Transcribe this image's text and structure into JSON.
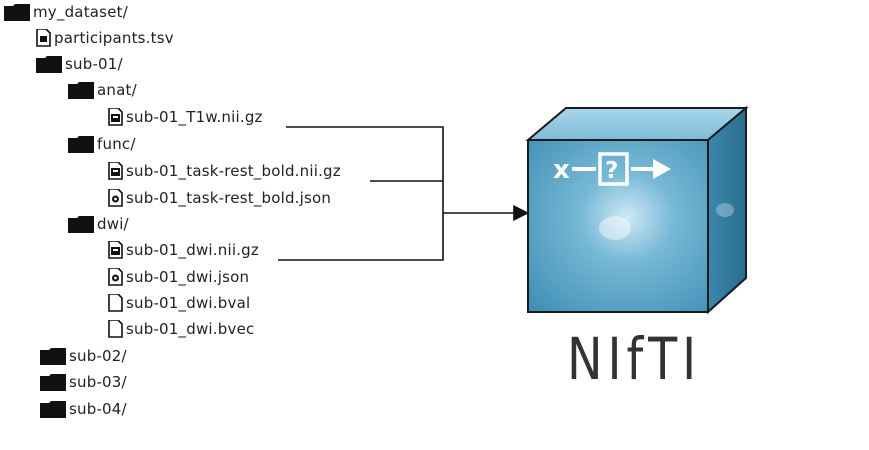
{
  "tree": [
    {
      "id": "root",
      "label": "my_dataset/",
      "type": "folder"
    },
    {
      "id": "participants",
      "label": "participants.tsv",
      "type": "file-table"
    },
    {
      "id": "sub01",
      "label": "sub-01/",
      "type": "folder"
    },
    {
      "id": "anat",
      "label": "anat/",
      "type": "folder"
    },
    {
      "id": "t1w",
      "label": "sub-01_T1w.nii.gz",
      "type": "file-nifti"
    },
    {
      "id": "func",
      "label": "func/",
      "type": "folder"
    },
    {
      "id": "bold_nii",
      "label": "sub-01_task-rest_bold.nii.gz",
      "type": "file-nifti"
    },
    {
      "id": "bold_json",
      "label": "sub-01_task-rest_bold.json",
      "type": "file-json"
    },
    {
      "id": "dwi",
      "label": "dwi/",
      "type": "folder"
    },
    {
      "id": "dwi_nii",
      "label": "sub-01_dwi.nii.gz",
      "type": "file-nifti"
    },
    {
      "id": "dwi_json",
      "label": "sub-01_dwi.json",
      "type": "file-json"
    },
    {
      "id": "dwi_bval",
      "label": "sub-01_dwi.bval",
      "type": "file-blank"
    },
    {
      "id": "dwi_bvec",
      "label": "sub-01_dwi.bvec",
      "type": "file-blank"
    },
    {
      "id": "sub02",
      "label": "sub-02/",
      "type": "folder"
    },
    {
      "id": "sub03",
      "label": "sub-03/",
      "type": "folder"
    },
    {
      "id": "sub04",
      "label": "sub-04/",
      "type": "folder"
    }
  ],
  "cube": {
    "face_text_x": "x",
    "face_text_q": "?",
    "label": "NIfTI",
    "colors": {
      "front": "#5aa5c6",
      "top": "#9fd0e6",
      "side": "#2f7797",
      "edge": "#1b1b1b",
      "icon": "#ffffff"
    }
  },
  "icons": {
    "folder": "folder-icon",
    "file-table": "table-file-icon",
    "file-nifti": "nifti-file-icon",
    "file-json": "json-file-icon",
    "file-blank": "blank-file-icon"
  }
}
